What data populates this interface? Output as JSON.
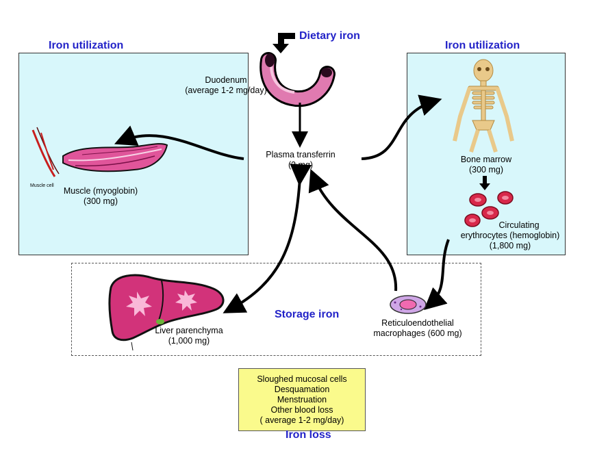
{
  "titles": {
    "iron_utilization_left": "Iron utilization",
    "iron_utilization_right": "Iron utilization",
    "dietary_iron": "Dietary iron",
    "storage_iron": "Storage iron",
    "iron_loss": "Iron loss"
  },
  "nodes": {
    "duodenum": {
      "line1": "Duodenum",
      "line2": "(average 1-2 mg/day)"
    },
    "plasma_transferrin": {
      "line1": "Plasma transferrin",
      "line2": "(3 mg)"
    },
    "muscle": {
      "line1": "Muscle (myoglobin)",
      "line2": "(300 mg)",
      "cell_label": "Muscle cell"
    },
    "bone_marrow": {
      "line1": "Bone marrow",
      "line2": "(300 mg)"
    },
    "erythrocytes": {
      "line1": "Circulating",
      "line2": "erythrocytes (hemoglobin)",
      "line3": "(1,800 mg)"
    },
    "liver": {
      "line1": "Liver parenchyma",
      "line2": "(1,000 mg)"
    },
    "macrophages": {
      "line1": "Reticuloendothelial",
      "line2": "macrophages (600 mg)"
    }
  },
  "iron_loss_items": [
    "Sloughed mucosal cells",
    "Desquamation",
    "Menstruation",
    "Other blood loss",
    "( average 1-2 mg/day)"
  ],
  "colors": {
    "title_blue": "#2323c8",
    "panel_cyan": "#d8f7fb",
    "loss_yellow": "#fafa8c",
    "tissue_pink": "#e0559a",
    "rbc_red": "#d8284a",
    "bone": "#e9c98a"
  }
}
